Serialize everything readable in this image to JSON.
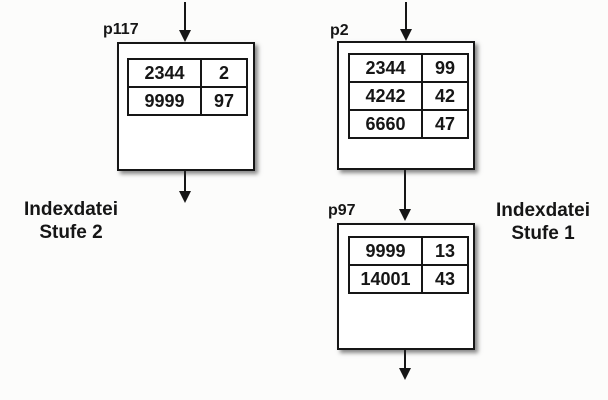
{
  "figure": {
    "description": "Two-level index file structure diagram",
    "colors": {
      "background": "#fcfcfb",
      "line": "#161616",
      "box_fill": "#ffffff"
    },
    "nodes": [
      {
        "id": "p117",
        "label": "p117",
        "rows": [
          [
            "2344",
            "2"
          ],
          [
            "9999",
            "97"
          ]
        ]
      },
      {
        "id": "p2",
        "label": "p2",
        "rows": [
          [
            "2344",
            "99"
          ],
          [
            "4242",
            "42"
          ],
          [
            "6660",
            "47"
          ]
        ]
      },
      {
        "id": "p97",
        "label": "p97",
        "rows": [
          [
            "9999",
            "13"
          ],
          [
            "14001",
            "43"
          ]
        ]
      }
    ],
    "captions": [
      {
        "id": "stufe2",
        "lines": [
          "Indexdatei",
          "Stufe 2"
        ]
      },
      {
        "id": "stufe1",
        "lines": [
          "Indexdatei",
          "Stufe 1"
        ]
      }
    ]
  }
}
